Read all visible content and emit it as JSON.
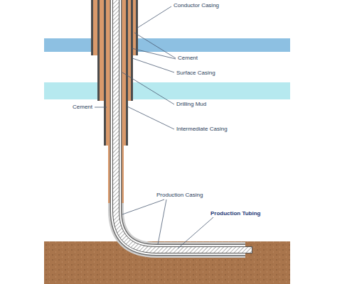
{
  "diagram": {
    "labels": [
      "Conductor Casing",
      "Cement",
      "Surface Casing",
      "Drilling Mud",
      "Cement",
      "Intermediate Casing",
      "Production Casing",
      "Production Tubing"
    ]
  }
}
